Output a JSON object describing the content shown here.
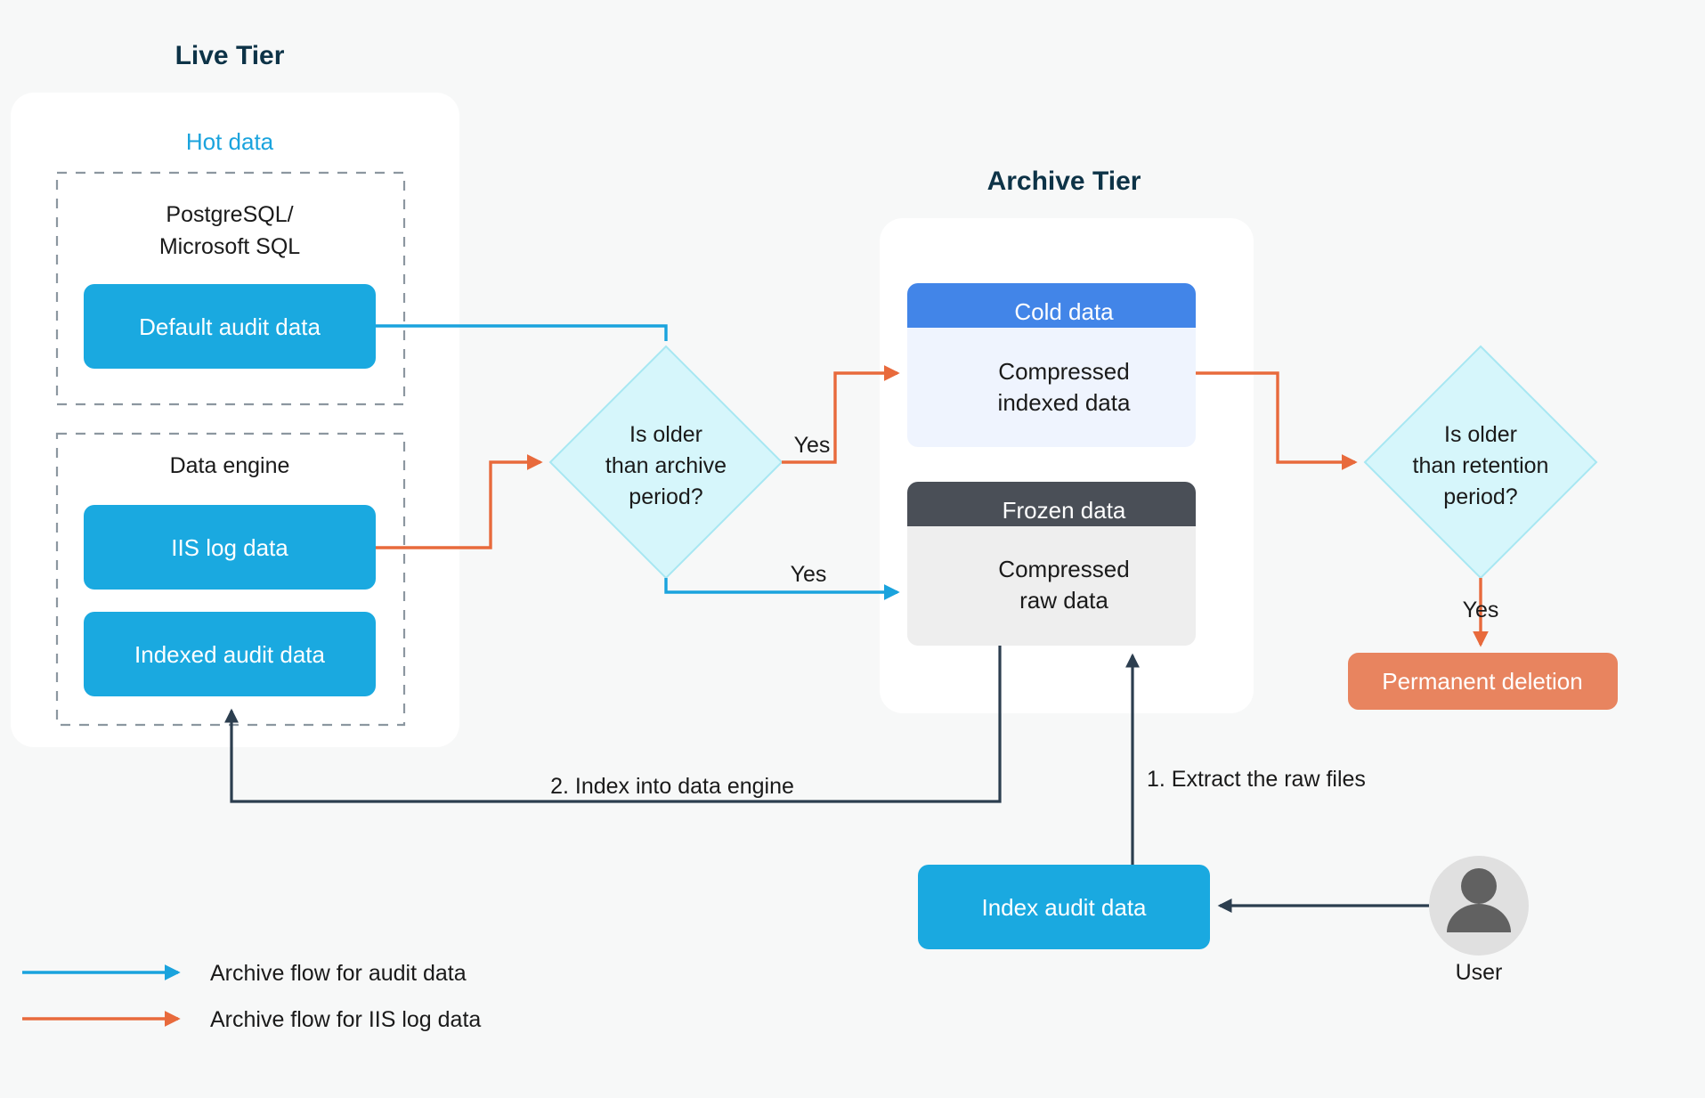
{
  "page": {
    "background": "#f7f8f8"
  },
  "colors": {
    "tier_title": "#0d3347",
    "hot_label": "#1aa3dd",
    "node_blue": "#1aa9e0",
    "cold_header": "#4285e8",
    "cold_body": "#eff4fe",
    "frozen_header": "#4a4f57",
    "frozen_body": "#eeeeee",
    "deletion": "#e8845f",
    "flow_audit": "#1aa3dd",
    "flow_iis": "#e86a3c",
    "flow_dark": "#2c3e4f",
    "avatar_bg": "#e0e0e0",
    "avatar_fg": "#616161",
    "dashed_border": "#8c97a0",
    "diamond_fill": "#d6f6fb",
    "diamond_stroke": "#a7e7f2"
  },
  "live_tier": {
    "title": "Live Tier",
    "hot_data_label": "Hot data",
    "groups": [
      {
        "label": "PostgreSQL/\nMicrosoft SQL",
        "label_line1": "PostgreSQL/",
        "label_line2": "Microsoft SQL",
        "nodes": [
          {
            "label": "Default audit data"
          }
        ]
      },
      {
        "label": "Data engine",
        "label_line1": "Data engine",
        "nodes": [
          {
            "label": "IIS log data"
          },
          {
            "label": "Indexed audit data"
          }
        ]
      }
    ]
  },
  "archive_tier": {
    "title": "Archive Tier",
    "boxes": [
      {
        "header": "Cold data",
        "body_line1": "Compressed",
        "body_line2": "indexed data"
      },
      {
        "header": "Frozen data",
        "body_line1": "Compressed",
        "body_line2": "raw data"
      }
    ]
  },
  "decisions": [
    {
      "name": "archive-period",
      "line1": "Is older",
      "line2": "than archive",
      "line3": "period?"
    },
    {
      "name": "retention-period",
      "line1": "Is older",
      "line2": "than retention",
      "line3": "period?"
    }
  ],
  "edge_labels": {
    "yes_to_cold": "Yes",
    "yes_to_frozen": "Yes",
    "yes_to_deletion": "Yes",
    "step2": "2. Index into data engine",
    "step1": "1. Extract the raw files"
  },
  "deletion_node": {
    "label": "Permanent deletion"
  },
  "index_node": {
    "label": "Index audit data"
  },
  "user": {
    "label": "User",
    "icon": "user-avatar-icon"
  },
  "legend": {
    "items": [
      {
        "label": "Archive flow for audit data",
        "color": "#1aa3dd"
      },
      {
        "label": "Archive flow for IIS log data",
        "color": "#e86a3c"
      }
    ]
  }
}
